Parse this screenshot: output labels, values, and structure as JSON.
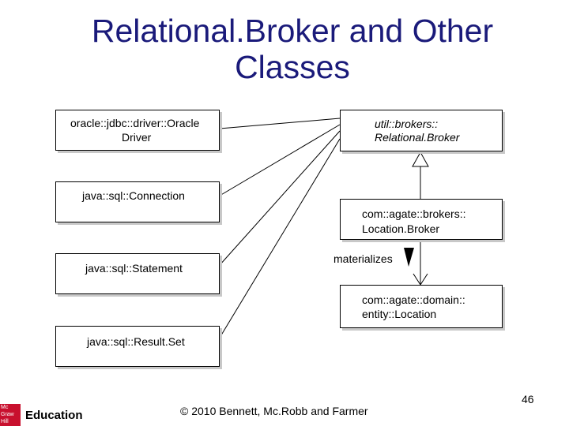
{
  "title": {
    "line1": "Relational.Broker and Other",
    "line2": "Classes"
  },
  "classes": {
    "oracle_driver": {
      "line1": "oracle::jdbc::driver::Oracle",
      "line2": "Driver"
    },
    "connection": {
      "line1": "java::sql::Connection"
    },
    "statement": {
      "line1": "java::sql::Statement"
    },
    "result_set": {
      "line1": "java::sql::Result.Set"
    },
    "relational_broker": {
      "line1": "util::brokers::",
      "line2": "Relational.Broker"
    },
    "location_broker": {
      "line1": "com::agate::brokers::",
      "line2": "Location.Broker"
    },
    "location": {
      "line1": "com::agate::domain::",
      "line2": "entity::Location"
    }
  },
  "association_label": "materializes",
  "page_number": "46",
  "footer": "© 2010 Bennett, Mc.Robb and Farmer",
  "logo": {
    "mark_lines": [
      "Mc",
      "Graw",
      "Hill"
    ],
    "text": "Education",
    "color": "#c8102e"
  }
}
